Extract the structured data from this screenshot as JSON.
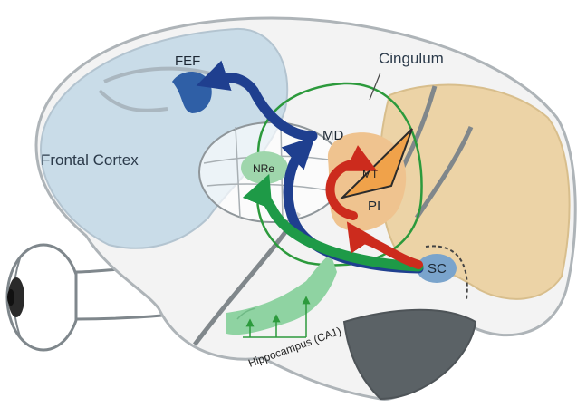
{
  "labels": {
    "fef": "FEF",
    "frontal_cortex": "Frontal Cortex",
    "cingulum": "Cingulum",
    "md": "MD",
    "nre": "NRe",
    "mt": "MT",
    "pi": "PI",
    "sc": "SC",
    "hippocampus": "Hippocampus (CA1)"
  },
  "colors": {
    "frontal_cortex": "#c9dce8",
    "occipital_cortex": "#ecd3a6",
    "pulvinar": "#efc38f",
    "nre_region": "#9fd6ac",
    "hippocampus": "#8fd3a2",
    "fef_region": "#2f5fa6",
    "sc_region": "#7aa4cc",
    "blue_pathway": "#1f3f8f",
    "green_pathway": "#1e9a47",
    "red_pathway": "#cc2b1d",
    "cingulum_outline": "#2c9a3c",
    "cerebellum": "#5b6266"
  },
  "icons": [
    "eye-icon"
  ]
}
